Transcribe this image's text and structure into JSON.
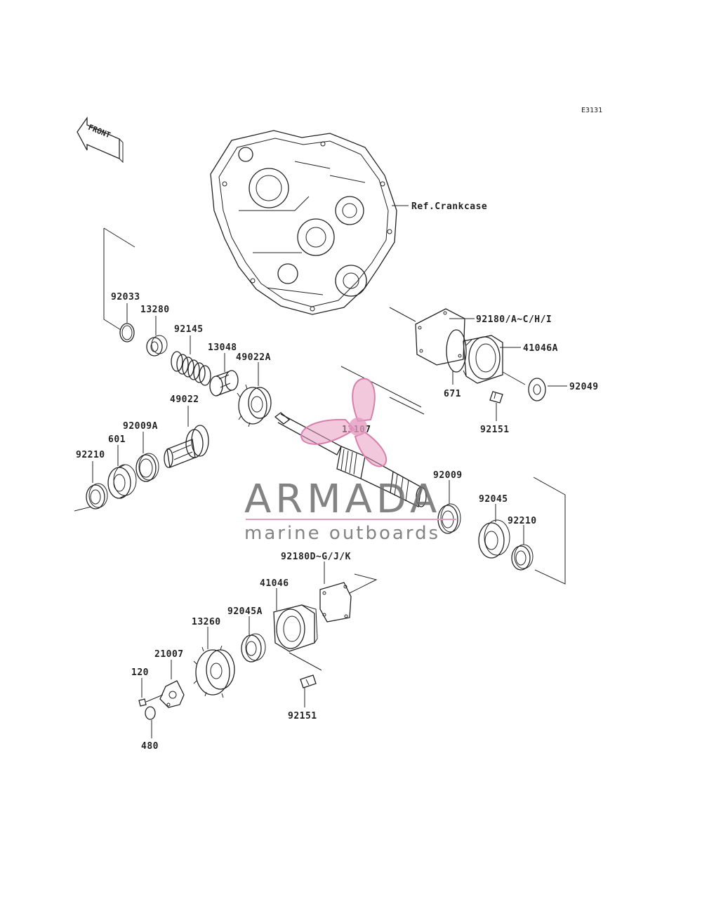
{
  "drawing_code": "E3131",
  "front_label": "FRONT",
  "reference_label": "Ref.Crankcase",
  "watermark": {
    "brand": "ARMADA",
    "tagline": "marine outboards",
    "accent_color": "#e59ac0",
    "text_color": "#6e6e6e"
  },
  "parts": [
    {
      "id": "p-92033",
      "label": "92033"
    },
    {
      "id": "p-13280",
      "label": "13280"
    },
    {
      "id": "p-92145",
      "label": "92145"
    },
    {
      "id": "p-13048",
      "label": "13048"
    },
    {
      "id": "p-49022A",
      "label": "49022A"
    },
    {
      "id": "p-49022",
      "label": "49022"
    },
    {
      "id": "p-92009A",
      "label": "92009A"
    },
    {
      "id": "p-601",
      "label": "601"
    },
    {
      "id": "p-92210-left",
      "label": "92210"
    },
    {
      "id": "p-13107",
      "label": "13107"
    },
    {
      "id": "p-92180-upper",
      "label": "92180/A~C/H/I"
    },
    {
      "id": "p-41046A",
      "label": "41046A"
    },
    {
      "id": "p-92049",
      "label": "92049"
    },
    {
      "id": "p-671",
      "label": "671"
    },
    {
      "id": "p-92151-upper",
      "label": "92151"
    },
    {
      "id": "p-92009",
      "label": "92009"
    },
    {
      "id": "p-92045",
      "label": "92045"
    },
    {
      "id": "p-92210-right",
      "label": "92210"
    },
    {
      "id": "p-92180-lower",
      "label": "92180D~G/J/K"
    },
    {
      "id": "p-41046",
      "label": "41046"
    },
    {
      "id": "p-92045A",
      "label": "92045A"
    },
    {
      "id": "p-13260",
      "label": "13260"
    },
    {
      "id": "p-21007",
      "label": "21007"
    },
    {
      "id": "p-120",
      "label": "120"
    },
    {
      "id": "p-480",
      "label": "480"
    },
    {
      "id": "p-92151-lower",
      "label": "92151"
    }
  ]
}
